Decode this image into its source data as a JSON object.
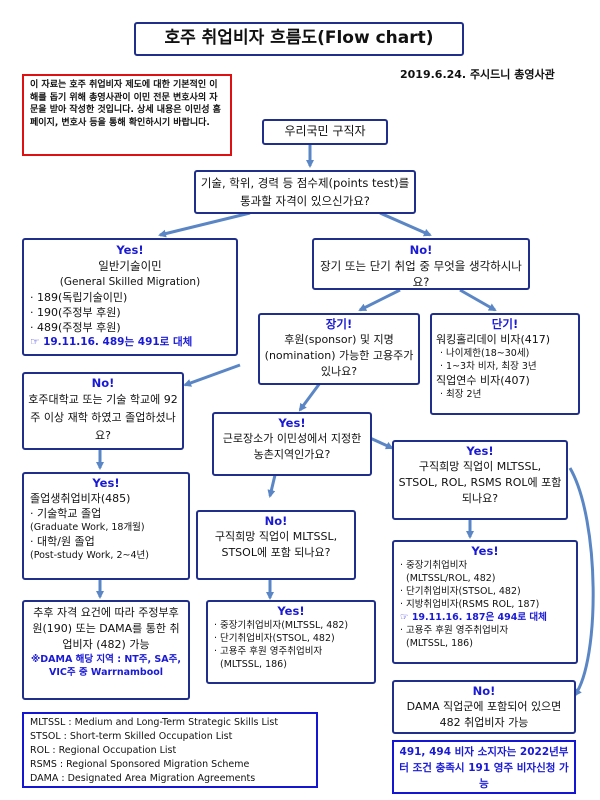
{
  "title": "호주 취업비자 흐름도(Flow chart)",
  "date": "2019.6.24. 주시드니 총영사관",
  "notice": "이 자료는 호주 취업비자 제도에 대한 기본적인 이해를 돕기 위해 총영사관이 이민 전문 변호사의 자문을 받아 작성한 것입니다. 상세 내용은 이민성 홈페이지, 변호사 등을 통해 확인하시기 바랍니다.",
  "start": "우리국민 구직자",
  "q1": "기술, 학위, 경력 등 점수제(points test)를 통과할 자격이 있으신가요?",
  "gsm": {
    "head": "Yes!",
    "title": "일반기술이민",
    "subtitle": "(General Skilled Migration)",
    "items": [
      "· 189(독립기술이민)",
      "· 190(주정부 후원)",
      "· 489(주정부 후원)"
    ],
    "note": "☞ 19.11.16. 489는 491로 대체"
  },
  "q2": {
    "head": "No!",
    "text": "장기 또는 단기 취업 중 무엇을 생각하시나요?"
  },
  "long": {
    "head": "장기!",
    "text": "후원(sponsor) 및 지명 (nomination) 가능한 고용주가 있나요?"
  },
  "short": {
    "head": "단기!",
    "line1": "워킹홀리데이 비자(417)",
    "line2": "· 나이제한(18~30세)",
    "line3": "· 1~3차 비자, 최장 3년",
    "line4": "직업연수 비자(407)",
    "line5": "· 최장 2년"
  },
  "q3": {
    "head": "No!",
    "text": "호주대학교 또는 기술 학교에 92주 이상 재학 하였고 졸업하셨나요?"
  },
  "q4": {
    "head": "Yes!",
    "text": "근로장소가 이민성에서 지정한 농촌지역인가요?"
  },
  "q5": {
    "head": "Yes!",
    "text": "구직희망 직업이 MLTSSL, STSOL, ROL, RSMS ROL에 포함되나요?"
  },
  "grad": {
    "head": "Yes!",
    "title": "졸업생취업비자(485)",
    "l1": "· 기술학교 졸업",
    "l2": "(Graduate Work, 18개월)",
    "l3": "· 대학/원 졸업",
    "l4": "(Post-study Work, 2~4년)"
  },
  "q6": {
    "head": "No!",
    "text": "구직희망 직업이 MLTSSL, STSOL에 포함 되나요?"
  },
  "sub": {
    "text": "추후 자격 요건에 따라 주정부후원(190) 또는 DAMA를 통한 취업비자 (482) 가능",
    "note": "※DAMA 해당 지역 : NT주, SA주, VIC주 중 Warrnambool"
  },
  "mid": {
    "head": "Yes!",
    "l1": "· 중장기취업비자(MLTSSL, 482)",
    "l2": "· 단기취업비자(STSOL, 482)",
    "l3": "· 고용주 후원 영주취업비자",
    "l4": "(MLTSSL, 186)"
  },
  "right": {
    "head": "Yes!",
    "l1": "· 중장기취업비자",
    "l2": "(MLTSSL/ROL, 482)",
    "l3": "· 단기취업비자(STSOL, 482)",
    "l4": "· 지방취업비자(RSMS ROL, 187)",
    "note": "☞ 19.11.16. 187은 494로 대체",
    "l5": "· 고용주 후원 영주취업비자",
    "l6": "(MLTSSL, 186)"
  },
  "dama": {
    "head": "No!",
    "text": "DAMA 직업군에 포함되어 있으면 482 취업비자 가능"
  },
  "final": "491, 494 비자 소지자는 2022년부터 조건 충족시 191 영주 비자신청 가능",
  "legend": [
    "MLTSSL : Medium and Long-Term Strategic Skills List",
    "STSOL : Short-term Skilled Occupation List",
    "ROL : Regional Occupation List",
    "RSMS : Regional Sponsored Migration Scheme",
    "DAMA : Designated Area Migration Agreements"
  ],
  "colors": {
    "arrow": "#5a86c5",
    "navy": "#1f2f8a",
    "red": "#dd1111",
    "blue": "#1a1ad6"
  }
}
